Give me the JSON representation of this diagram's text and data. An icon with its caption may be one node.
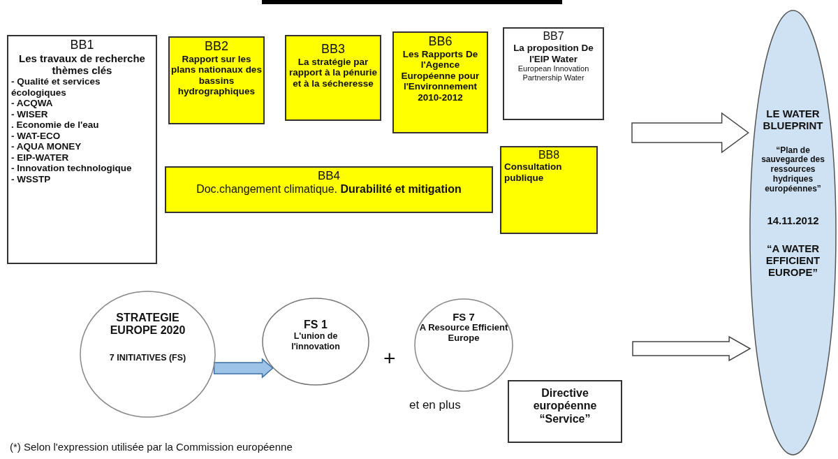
{
  "diagram": {
    "nodes": [
      {
        "text": [
          "BB1",
          "Les travaux de recherche thèmes clés",
          "-  Qualité et services écologiques",
          "- ACQWA",
          "- WISER",
          ". Economie de l'eau",
          "- WAT-ECO",
          "- AQUA MONEY",
          "- EIP-WATER",
          "- Innovation technologique",
          "- WSSTP"
        ]
      },
      {
        "text": [
          "BB2",
          "Rapport sur les plans nationaux des bassins hydrographiques"
        ]
      },
      {
        "text": [
          "BB3",
          "La stratégie par rapport à la pénurie et à la sécheresse"
        ]
      },
      {
        "text": [
          "BB6",
          "Les Rapports De l'Agence Européenne pour l'Environnement 2010-2012"
        ]
      },
      {
        "text": [
          "BB7",
          "La proposition De l'EIP Water",
          "European Innovation Partnership Water"
        ]
      },
      {
        "text": [
          "BB4",
          "Doc.changement climatique. **Durabilité et mitigation**"
        ]
      },
      {
        "text": [
          "BB8",
          "Consultation publique"
        ]
      },
      {
        "text": [
          "LE WATER BLUEPRINT",
          "“Plan de sauvegarde des ressources hydriques européennes”",
          "14.11.2012",
          "“A WATER EFFICIENT EUROPE”"
        ]
      },
      {
        "text": [
          "STRATEGIE EUROPE 2020",
          "7 INITIATIVES (FS)"
        ]
      },
      {
        "text": [
          "FS 1",
          "L'union de l'innovation"
        ]
      },
      {
        "text": [
          "FS 7",
          "A Resource Efficient Europe"
        ]
      },
      {
        "text": [
          "Directive européenne “Service”"
        ]
      }
    ],
    "edges": [
      {
        "from": null,
        "to": 7,
        "arrow": "to"
      },
      {
        "from": null,
        "to": 7,
        "arrow": "to"
      },
      {
        "from": 8,
        "to": 9,
        "arrow": "to",
        "color": "#9dc3e6"
      }
    ],
    "labels": [
      "+",
      "et en plus",
      "(*) Selon l'expression utilisée par la Commission européenne"
    ]
  }
}
